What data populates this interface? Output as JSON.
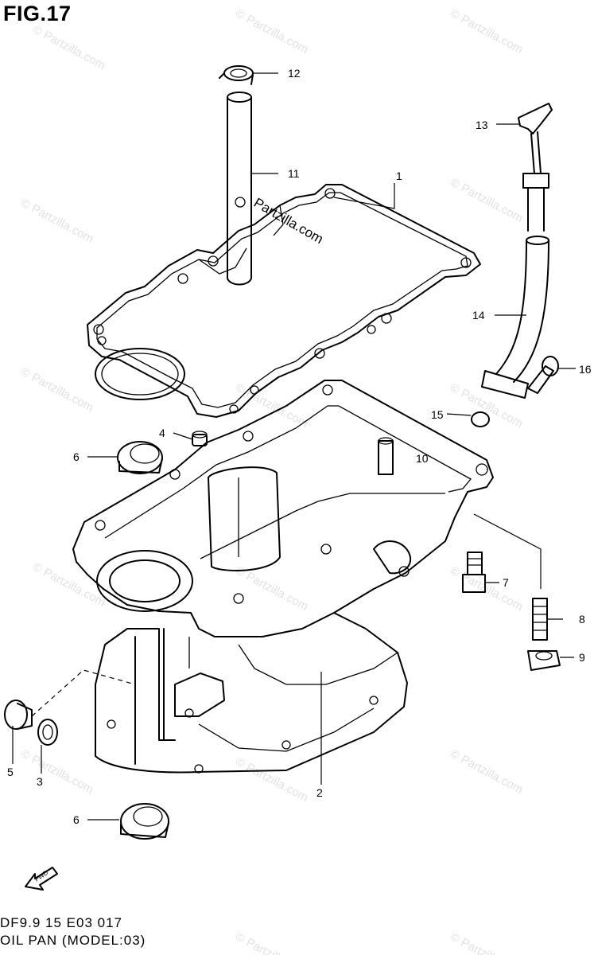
{
  "figure": {
    "title": "FIG.17",
    "code": "DF9.9 15 E03  017",
    "name": "OIL PAN (MODEL:03)"
  },
  "watermark": {
    "text": "© Partzilla.com",
    "main_text": "Partzilla.com",
    "color": "#e2e2e2"
  },
  "callouts": [
    {
      "id": "1",
      "label": "1"
    },
    {
      "id": "2",
      "label": "2"
    },
    {
      "id": "3",
      "label": "3"
    },
    {
      "id": "4",
      "label": "4"
    },
    {
      "id": "5",
      "label": "5"
    },
    {
      "id": "6a",
      "label": "6"
    },
    {
      "id": "6b",
      "label": "6"
    },
    {
      "id": "7",
      "label": "7"
    },
    {
      "id": "8",
      "label": "8"
    },
    {
      "id": "9",
      "label": "9"
    },
    {
      "id": "10",
      "label": "10"
    },
    {
      "id": "11",
      "label": "11"
    },
    {
      "id": "12",
      "label": "12"
    },
    {
      "id": "13",
      "label": "13"
    },
    {
      "id": "14",
      "label": "14"
    },
    {
      "id": "15",
      "label": "15"
    },
    {
      "id": "16",
      "label": "16"
    }
  ],
  "fwd_label": "FWD"
}
